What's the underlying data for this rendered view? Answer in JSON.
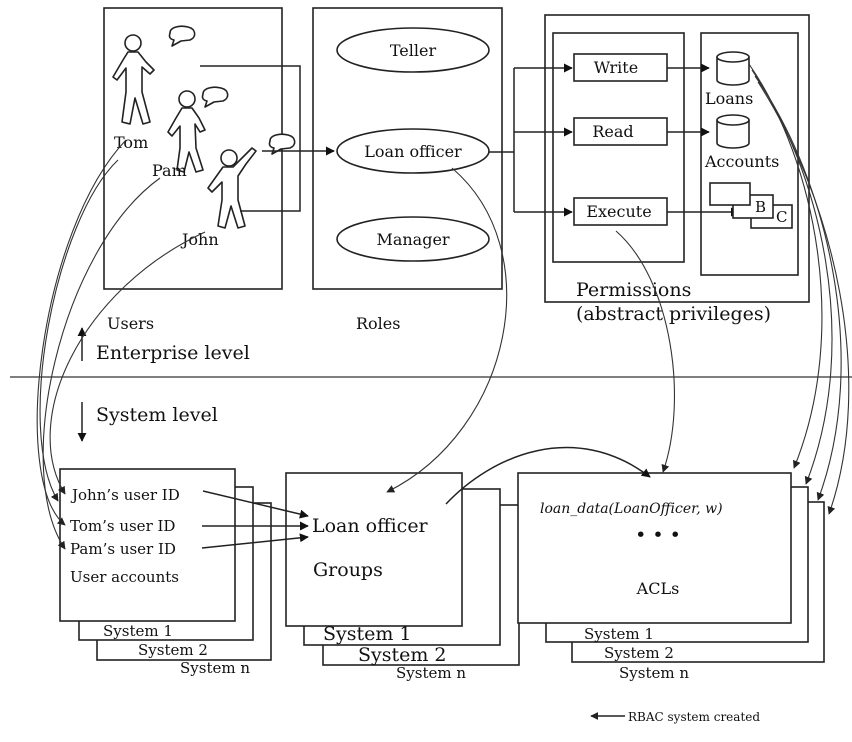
{
  "users": {
    "names": [
      "Tom",
      "Pam",
      "John"
    ],
    "label": "Users"
  },
  "roles": {
    "items": [
      "Teller",
      "Loan officer",
      "Manager"
    ],
    "label": "Roles"
  },
  "permissions": {
    "ops": [
      "Write",
      "Read",
      "Execute"
    ],
    "objects": [
      "Loans",
      "Accounts"
    ],
    "program_letters": [
      "B",
      "C"
    ],
    "label_line1": "Permissions",
    "label_line2": "(abstract privileges)"
  },
  "levels": {
    "enterprise": "Enterprise level",
    "system": "System level"
  },
  "accounts": {
    "ids": [
      "John’s user ID",
      "Tom’s user ID",
      "Pam’s user ID"
    ],
    "label": "User accounts",
    "systems": [
      "System 1",
      "System 2",
      "System n"
    ]
  },
  "groups": {
    "item": "Loan officer",
    "label": "Groups",
    "systems": [
      "System 1",
      "System 2",
      "System n"
    ]
  },
  "acls": {
    "entry": "loan_data(LoanOfficer, w)",
    "ellipsis": "• • •",
    "label": "ACLs",
    "systems": [
      "System 1",
      "System 2",
      "System n"
    ]
  },
  "legend": "RBAC system created"
}
